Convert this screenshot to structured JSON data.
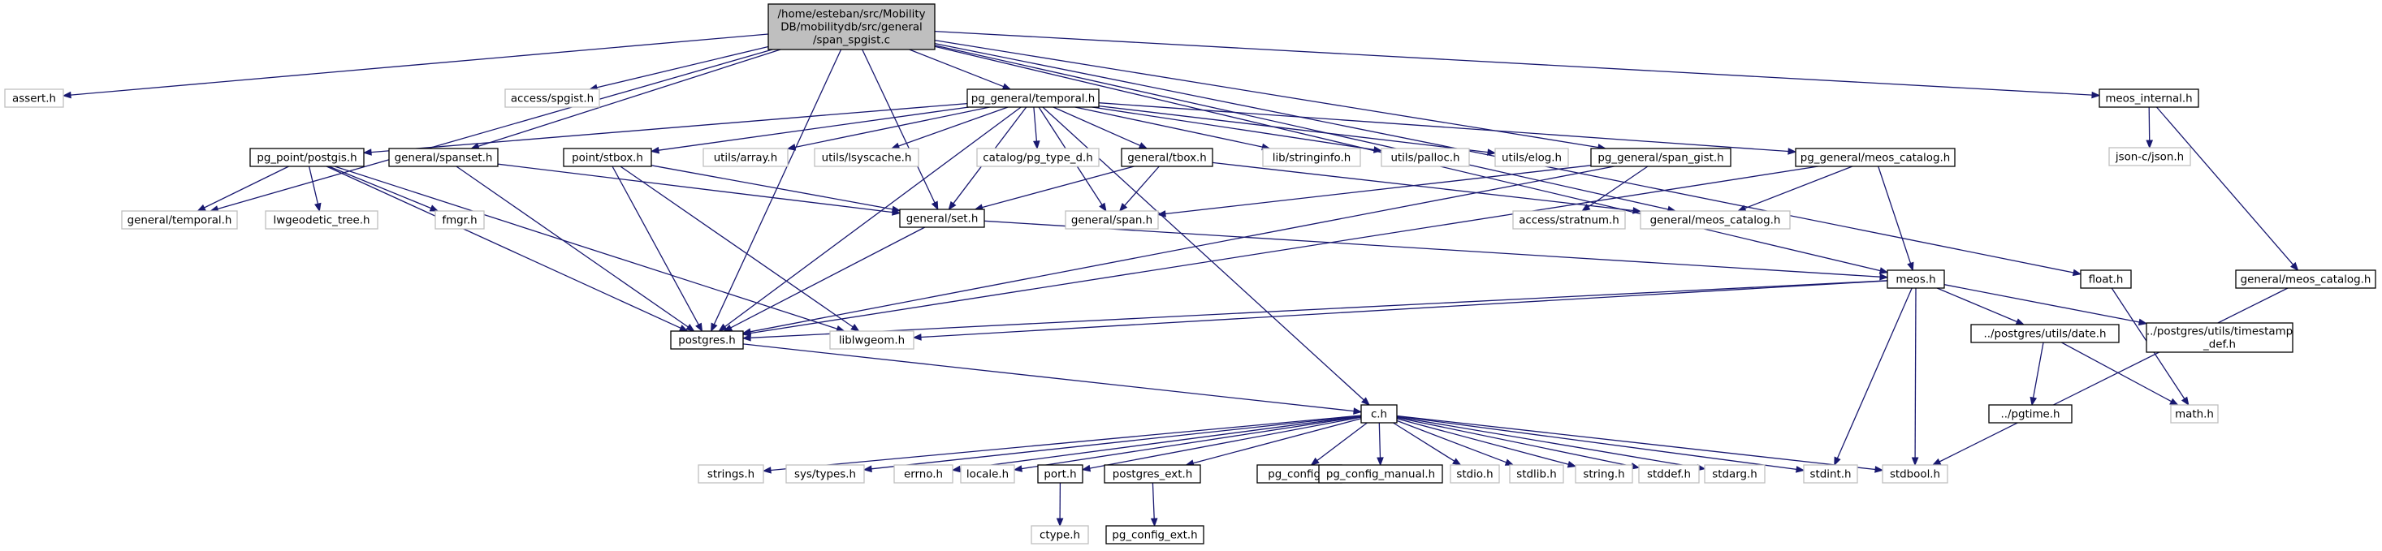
{
  "colors": {
    "edge": "#191970",
    "root_fill": "#bfbfbf",
    "linked_border": "#000000",
    "missing_border": "#bfbfbf"
  },
  "graph": {
    "nodes": [
      {
        "id": "root",
        "lines": [
          "/home/esteban/src/Mobility",
          "DB/mobilitydb/src/general",
          "/span_spgist.c"
        ],
        "kind": "root"
      },
      {
        "id": "assert_h",
        "lines": [
          "assert.h"
        ],
        "kind": "missing"
      },
      {
        "id": "access_spgist_h",
        "lines": [
          "access/spgist.h"
        ],
        "kind": "missing"
      },
      {
        "id": "pg_general_temporal_h",
        "lines": [
          "pg_general/temporal.h"
        ],
        "kind": "linked"
      },
      {
        "id": "meos_internal_h",
        "lines": [
          "meos_internal.h"
        ],
        "kind": "linked"
      },
      {
        "id": "json_c_json_h",
        "lines": [
          "json-c/json.h"
        ],
        "kind": "missing"
      },
      {
        "id": "pg_point_postgis_h",
        "lines": [
          "pg_point/postgis.h"
        ],
        "kind": "linked"
      },
      {
        "id": "general_spanset_h",
        "lines": [
          "general/spanset.h"
        ],
        "kind": "linked"
      },
      {
        "id": "point_stbox_h",
        "lines": [
          "point/stbox.h"
        ],
        "kind": "linked"
      },
      {
        "id": "utils_array_h",
        "lines": [
          "utils/array.h"
        ],
        "kind": "missing"
      },
      {
        "id": "utils_lsyscache_h",
        "lines": [
          "utils/lsyscache.h"
        ],
        "kind": "missing"
      },
      {
        "id": "catalog_pg_type_d_h",
        "lines": [
          "catalog/pg_type_d.h"
        ],
        "kind": "missing"
      },
      {
        "id": "general_tbox_h",
        "lines": [
          "general/tbox.h"
        ],
        "kind": "linked"
      },
      {
        "id": "lib_stringinfo_h",
        "lines": [
          "lib/stringinfo.h"
        ],
        "kind": "missing"
      },
      {
        "id": "utils_palloc_h",
        "lines": [
          "utils/palloc.h"
        ],
        "kind": "missing"
      },
      {
        "id": "utils_elog_h",
        "lines": [
          "utils/elog.h"
        ],
        "kind": "missing"
      },
      {
        "id": "pg_general_span_gist_h",
        "lines": [
          "pg_general/span_gist.h"
        ],
        "kind": "linked"
      },
      {
        "id": "pg_general_meos_catalog_h",
        "lines": [
          "pg_general/meos_catalog.h"
        ],
        "kind": "linked"
      },
      {
        "id": "general_temporal_h",
        "lines": [
          "general/temporal.h"
        ],
        "kind": "missing"
      },
      {
        "id": "lwgeodetic_tree_h",
        "lines": [
          "lwgeodetic_tree.h"
        ],
        "kind": "missing"
      },
      {
        "id": "fmgr_h",
        "lines": [
          "fmgr.h"
        ],
        "kind": "missing"
      },
      {
        "id": "general_set_h",
        "lines": [
          "general/set.h"
        ],
        "kind": "linked"
      },
      {
        "id": "general_span_h",
        "lines": [
          "general/span.h"
        ],
        "kind": "missing"
      },
      {
        "id": "access_stratnum_h",
        "lines": [
          "access/stratnum.h"
        ],
        "kind": "missing"
      },
      {
        "id": "general_meos_catalog_h_a",
        "lines": [
          "general/meos_catalog.h"
        ],
        "kind": "missing"
      },
      {
        "id": "float_h",
        "lines": [
          "float.h"
        ],
        "kind": "linked"
      },
      {
        "id": "general_meos_catalog_h_b",
        "lines": [
          "general/meos_catalog.h"
        ],
        "kind": "linked"
      },
      {
        "id": "meos_h",
        "lines": [
          "meos.h"
        ],
        "kind": "linked"
      },
      {
        "id": "postgres_h",
        "lines": [
          "postgres.h"
        ],
        "kind": "linked"
      },
      {
        "id": "liblwgeom_h",
        "lines": [
          "liblwgeom.h"
        ],
        "kind": "missing"
      },
      {
        "id": "postgres_utils_date_h",
        "lines": [
          "../postgres/utils/date.h"
        ],
        "kind": "linked"
      },
      {
        "id": "postgres_utils_timestamp_def_h",
        "lines": [
          "../postgres/utils/timestamp",
          "_def.h"
        ],
        "kind": "linked"
      },
      {
        "id": "pgtime_h",
        "lines": [
          "../pgtime.h"
        ],
        "kind": "linked"
      },
      {
        "id": "math_h",
        "lines": [
          "math.h"
        ],
        "kind": "missing"
      },
      {
        "id": "c_h",
        "lines": [
          "c.h"
        ],
        "kind": "linked"
      },
      {
        "id": "strings_h",
        "lines": [
          "strings.h"
        ],
        "kind": "missing"
      },
      {
        "id": "sys_types_h",
        "lines": [
          "sys/types.h"
        ],
        "kind": "missing"
      },
      {
        "id": "errno_h",
        "lines": [
          "errno.h"
        ],
        "kind": "missing"
      },
      {
        "id": "locale_h",
        "lines": [
          "locale.h"
        ],
        "kind": "missing"
      },
      {
        "id": "port_h",
        "lines": [
          "port.h"
        ],
        "kind": "linked"
      },
      {
        "id": "postgres_ext_h",
        "lines": [
          "postgres_ext.h"
        ],
        "kind": "linked"
      },
      {
        "id": "pg_config_h",
        "lines": [
          "pg_config.h"
        ],
        "kind": "linked"
      },
      {
        "id": "pg_config_manual_h",
        "lines": [
          "pg_config_manual.h"
        ],
        "kind": "linked"
      },
      {
        "id": "stdio_h",
        "lines": [
          "stdio.h"
        ],
        "kind": "missing"
      },
      {
        "id": "stdlib_h",
        "lines": [
          "stdlib.h"
        ],
        "kind": "missing"
      },
      {
        "id": "string_h",
        "lines": [
          "string.h"
        ],
        "kind": "missing"
      },
      {
        "id": "stddef_h",
        "lines": [
          "stddef.h"
        ],
        "kind": "missing"
      },
      {
        "id": "stdarg_h",
        "lines": [
          "stdarg.h"
        ],
        "kind": "missing"
      },
      {
        "id": "stdint_h",
        "lines": [
          "stdint.h"
        ],
        "kind": "missing"
      },
      {
        "id": "stdbool_h",
        "lines": [
          "stdbool.h"
        ],
        "kind": "missing"
      },
      {
        "id": "ctype_h",
        "lines": [
          "ctype.h"
        ],
        "kind": "missing"
      },
      {
        "id": "pg_config_ext_h",
        "lines": [
          "pg_config_ext.h"
        ],
        "kind": "linked"
      }
    ],
    "edges": [
      [
        "root",
        "assert_h"
      ],
      [
        "root",
        "access_spgist_h"
      ],
      [
        "root",
        "pg_general_temporal_h"
      ],
      [
        "root",
        "meos_internal_h"
      ],
      [
        "root",
        "general_temporal_h"
      ],
      [
        "root",
        "general_spanset_h"
      ],
      [
        "root",
        "general_set_h"
      ],
      [
        "root",
        "postgres_h"
      ],
      [
        "root",
        "pg_general_span_gist_h"
      ],
      [
        "root",
        "general_meos_catalog_h_a"
      ],
      [
        "root",
        "meos_h"
      ],
      [
        "root",
        "float_h"
      ],
      [
        "pg_general_temporal_h",
        "pg_point_postgis_h"
      ],
      [
        "pg_general_temporal_h",
        "point_stbox_h"
      ],
      [
        "pg_general_temporal_h",
        "utils_array_h"
      ],
      [
        "pg_general_temporal_h",
        "utils_lsyscache_h"
      ],
      [
        "pg_general_temporal_h",
        "catalog_pg_type_d_h"
      ],
      [
        "pg_general_temporal_h",
        "general_tbox_h"
      ],
      [
        "pg_general_temporal_h",
        "lib_stringinfo_h"
      ],
      [
        "pg_general_temporal_h",
        "utils_palloc_h"
      ],
      [
        "pg_general_temporal_h",
        "utils_elog_h"
      ],
      [
        "pg_general_temporal_h",
        "pg_general_meos_catalog_h"
      ],
      [
        "pg_general_temporal_h",
        "general_set_h"
      ],
      [
        "pg_general_temporal_h",
        "general_span_h"
      ],
      [
        "pg_general_temporal_h",
        "postgres_h"
      ],
      [
        "pg_general_temporal_h",
        "c_h"
      ],
      [
        "meos_internal_h",
        "json_c_json_h"
      ],
      [
        "meos_internal_h",
        "general_meos_catalog_h_b"
      ],
      [
        "pg_point_postgis_h",
        "general_temporal_h"
      ],
      [
        "pg_point_postgis_h",
        "lwgeodetic_tree_h"
      ],
      [
        "pg_point_postgis_h",
        "fmgr_h"
      ],
      [
        "pg_point_postgis_h",
        "liblwgeom_h"
      ],
      [
        "pg_point_postgis_h",
        "postgres_h"
      ],
      [
        "general_spanset_h",
        "general_set_h"
      ],
      [
        "general_spanset_h",
        "postgres_h"
      ],
      [
        "point_stbox_h",
        "general_set_h"
      ],
      [
        "point_stbox_h",
        "postgres_h"
      ],
      [
        "point_stbox_h",
        "liblwgeom_h"
      ],
      [
        "general_tbox_h",
        "general_set_h"
      ],
      [
        "general_tbox_h",
        "general_span_h"
      ],
      [
        "general_tbox_h",
        "general_meos_catalog_h_a"
      ],
      [
        "pg_general_span_gist_h",
        "general_span_h"
      ],
      [
        "pg_general_span_gist_h",
        "access_stratnum_h"
      ],
      [
        "pg_general_span_gist_h",
        "postgres_h"
      ],
      [
        "pg_general_meos_catalog_h",
        "general_meos_catalog_h_a"
      ],
      [
        "pg_general_meos_catalog_h",
        "meos_h"
      ],
      [
        "pg_general_meos_catalog_h",
        "postgres_h"
      ],
      [
        "general_set_h",
        "postgres_h"
      ],
      [
        "general_set_h",
        "meos_h"
      ],
      [
        "meos_h",
        "postgres_h"
      ],
      [
        "meos_h",
        "liblwgeom_h"
      ],
      [
        "meos_h",
        "postgres_utils_date_h"
      ],
      [
        "meos_h",
        "postgres_utils_timestamp_def_h"
      ],
      [
        "meos_h",
        "stdint_h"
      ],
      [
        "meos_h",
        "stdbool_h"
      ],
      [
        "float_h",
        "math_h"
      ],
      [
        "general_meos_catalog_h_b",
        "stdbool_h"
      ],
      [
        "postgres_utils_date_h",
        "pgtime_h"
      ],
      [
        "postgres_utils_date_h",
        "math_h"
      ],
      [
        "postgres_h",
        "c_h"
      ],
      [
        "c_h",
        "strings_h"
      ],
      [
        "c_h",
        "sys_types_h"
      ],
      [
        "c_h",
        "errno_h"
      ],
      [
        "c_h",
        "locale_h"
      ],
      [
        "c_h",
        "port_h"
      ],
      [
        "c_h",
        "postgres_ext_h"
      ],
      [
        "c_h",
        "pg_config_h"
      ],
      [
        "c_h",
        "pg_config_manual_h"
      ],
      [
        "c_h",
        "stdio_h"
      ],
      [
        "c_h",
        "stdlib_h"
      ],
      [
        "c_h",
        "string_h"
      ],
      [
        "c_h",
        "stddef_h"
      ],
      [
        "c_h",
        "stdarg_h"
      ],
      [
        "c_h",
        "stdint_h"
      ],
      [
        "c_h",
        "stdbool_h"
      ],
      [
        "port_h",
        "ctype_h"
      ],
      [
        "postgres_ext_h",
        "pg_config_ext_h"
      ]
    ]
  }
}
